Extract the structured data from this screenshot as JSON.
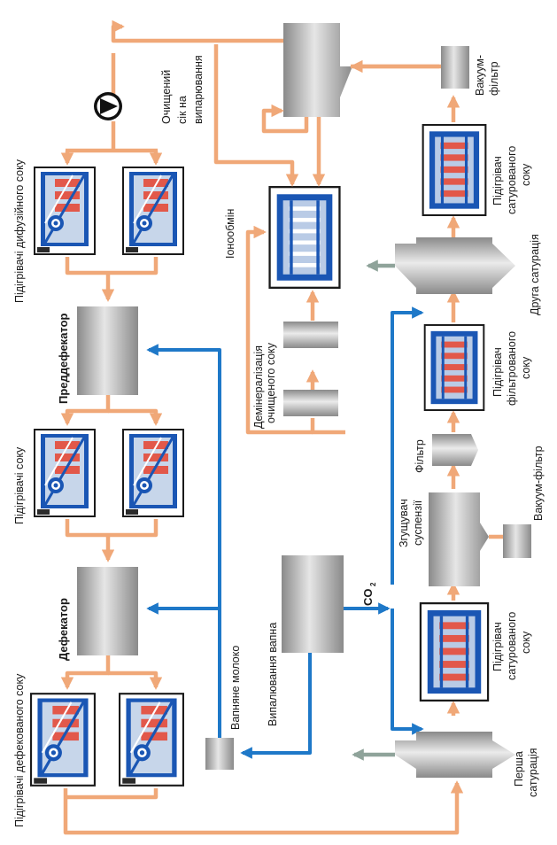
{
  "labels": {
    "diffusion_heaters": "Підігрівачі дифузійного соку",
    "predefecator": "Преддефекатор",
    "juice_heaters": "Підігрівачі соку",
    "defecator": "Дефекатор",
    "defecated_heaters": "Підігрівачі дефекованого соку",
    "lime_milk": "Вапняне молоко",
    "lime_burning": "Випалювання вапна",
    "co2": "CO",
    "co2_sub": "2",
    "demineralization_line1": "Демінералізація",
    "demineralization_line2": "очищеного соку",
    "ion_exchange": "Іонообмін",
    "purified_juice_line1": "Очищений",
    "purified_juice_line2": "сік на",
    "purified_juice_line3": "випарювання",
    "vacuum_filter_top_line1": "Вакуум-",
    "vacuum_filter_top_line2": "фільтр",
    "saturated_heater_top_line1": "Підігрівач",
    "saturated_heater_top_line2": "сатурованого",
    "saturated_heater_top_line3": "соку",
    "second_saturation": "Друга сатурація",
    "filtered_heater_line1": "Підігрівач",
    "filtered_heater_line2": "фільтрованого",
    "filtered_heater_line3": "соку",
    "filter": "Фільтр",
    "vacuum_filter_bottom": "Вакуум-фільтр",
    "thickener_line1": "Згущувач",
    "thickener_line2": "суспензії",
    "saturated_heater_bottom_line1": "Підігрівач",
    "saturated_heater_bottom_line2": "сатурованого",
    "saturated_heater_bottom_line3": "соку",
    "first_saturation_line1": "Перша",
    "first_saturation_line2": "сатурація"
  },
  "colors": {
    "juice_flow": "#f0a878",
    "lime_flow": "#1e78c8",
    "gas_flow": "#8fa39a",
    "heater_blue": "#1a56b4",
    "heater_red": "#e2584a"
  }
}
